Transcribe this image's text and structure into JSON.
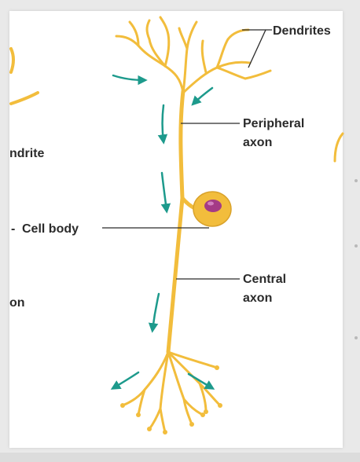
{
  "diagram": {
    "labels": {
      "dendrites": "Dendrites",
      "peripheral_line1": "Peripheral",
      "peripheral_line2": "axon",
      "cell_body": "Cell body",
      "central_line1": "Central",
      "central_line2": "axon",
      "left_dendrite_fragment": "ndrite",
      "left_cell_body_dash": "-",
      "left_axon_fragment": "on"
    },
    "colors": {
      "neuron": "#f2bd3c",
      "neuron_outline": "#d9a22a",
      "nucleus": "#a43b86",
      "arrow": "#1d9a8c",
      "leader_line": "#2b2b2b"
    }
  }
}
